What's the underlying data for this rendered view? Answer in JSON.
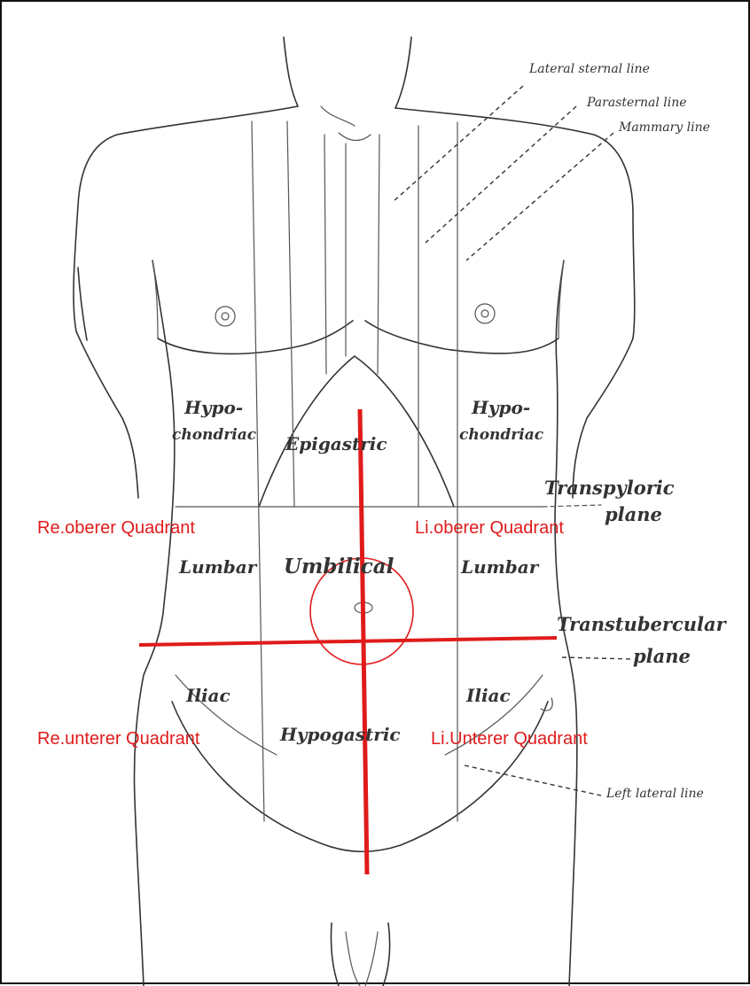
{
  "diagram": {
    "accent_color": "#e01b1b",
    "ink_color": "#333333",
    "reference_lines": [
      "Lateral sternal line",
      "Parasternal line",
      "Mammary line",
      "Left lateral line"
    ],
    "planes": {
      "transpyloric_1": "Transpyloric",
      "transpyloric_2": "plane",
      "transtubercular_1": "Transtubercular",
      "transtubercular_2": "plane"
    },
    "regions": {
      "hypo_right_1": "Hypo-",
      "hypo_right_2": "chondriac",
      "hypo_left_1": "Hypo-",
      "hypo_left_2": "chondriac",
      "epigastric": "Epigastric",
      "lumbar_right": "Lumbar",
      "umbilical": "Umbilical",
      "lumbar_left": "Lumbar",
      "iliac_right": "Iliac",
      "hypogastric": "Hypogastric",
      "iliac_left": "Iliac"
    },
    "quadrants": {
      "upper_right": "Re.oberer Quadrant",
      "upper_left": "Li.oberer Quadrant",
      "lower_right": "Re.unterer Quadrant",
      "lower_left": "Li.Unterer Quadrant"
    }
  }
}
